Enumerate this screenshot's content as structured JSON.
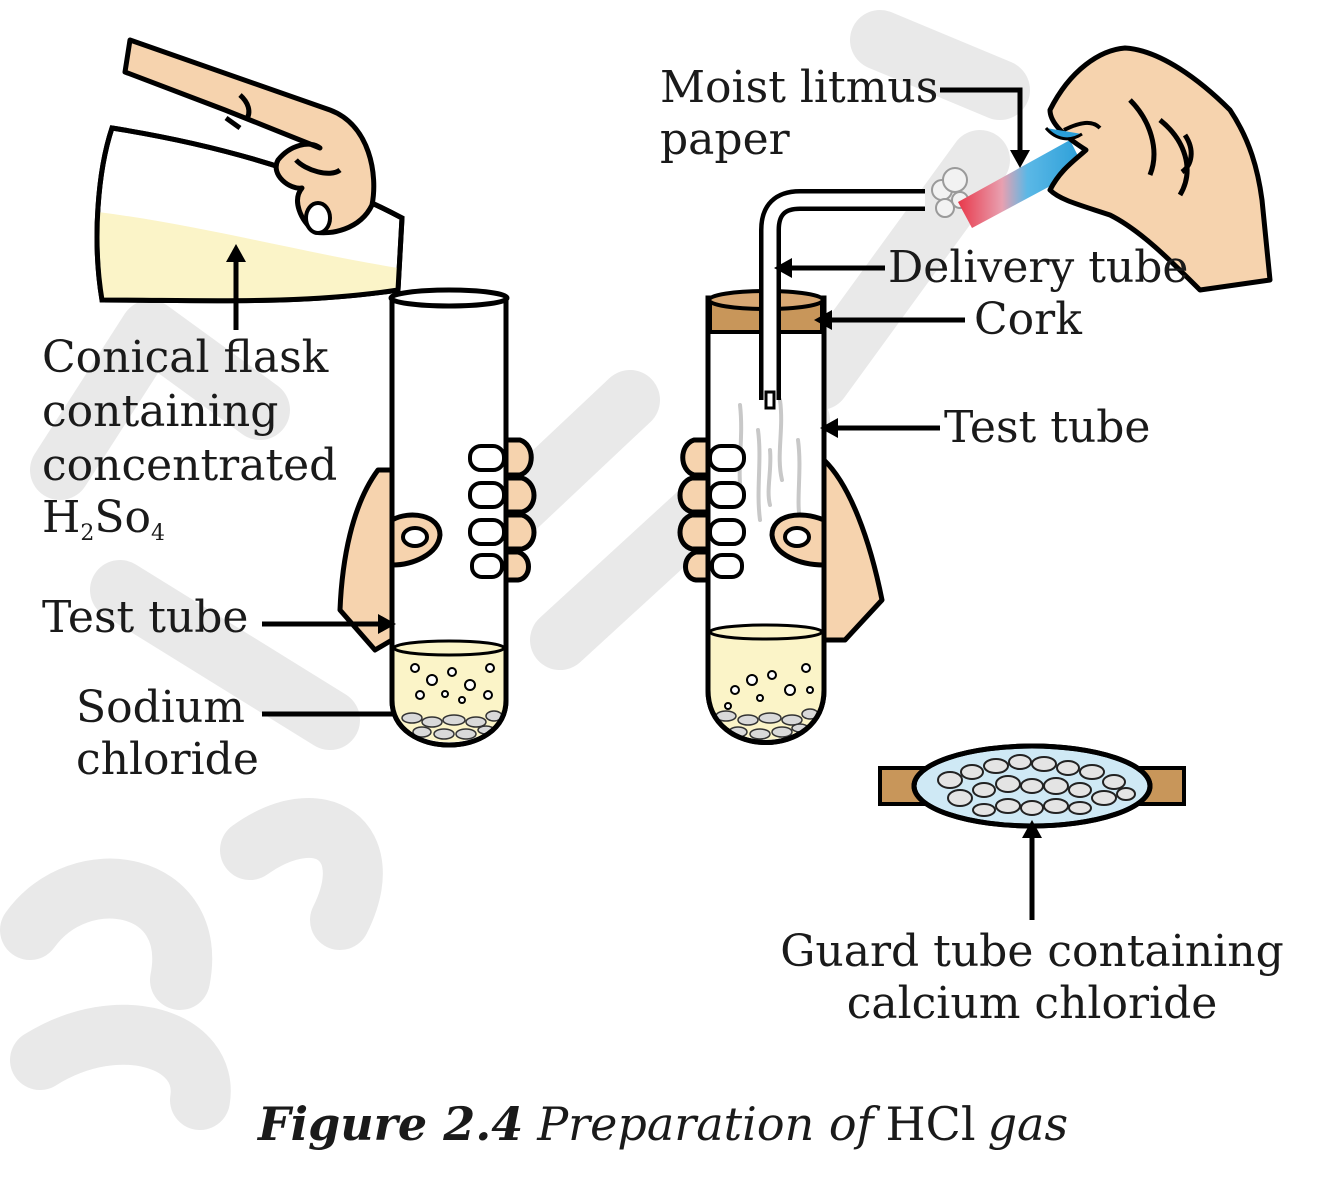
{
  "labels": {
    "conical_flask": [
      "Conical flask",
      "containing",
      "concentrated"
    ],
    "h2so4": {
      "h": "H",
      "sub1": "2",
      "so": "So",
      "sub2": "4"
    },
    "test_tube_left": "Test tube",
    "sodium_chloride": [
      "Sodium",
      "chloride"
    ],
    "moist_litmus": [
      "Moist litmus",
      "paper"
    ],
    "delivery_tube": "Delivery tube",
    "cork": "Cork",
    "test_tube_right": "Test tube",
    "guard_tube": [
      "Guard tube containing",
      "calcium chloride"
    ]
  },
  "caption": {
    "figure_number": "Figure 2.4",
    "text1": "Preparation of",
    "formula": "HCl",
    "text2": "gas"
  },
  "colors": {
    "acid": "#fbf4c8",
    "skin": "#f6d3ae",
    "litmus_blue": "#2a9ed8",
    "litmus_red": "#e8384a",
    "cork": "#c8965a",
    "guard_fill": "#cfe9f5"
  }
}
